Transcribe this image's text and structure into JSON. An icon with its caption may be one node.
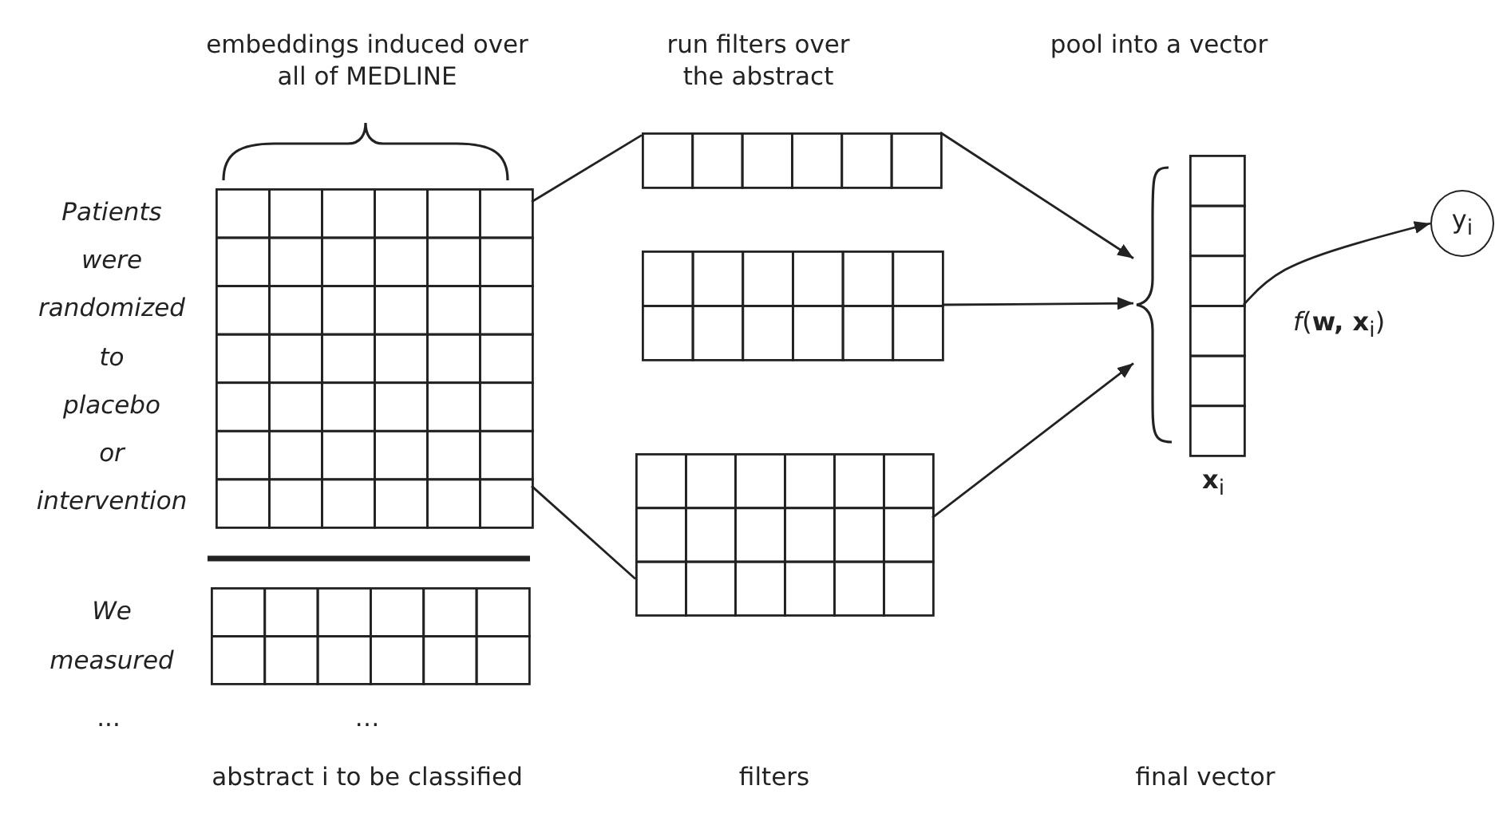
{
  "diagram": {
    "nodes": [
      {
        "text": [],
        "shape": "grid"
      },
      {
        "text": [],
        "shape": "grid"
      },
      {
        "text": [],
        "shape": "grid"
      },
      {
        "text": [],
        "shape": "grid"
      },
      {
        "text": [],
        "shape": "grid"
      },
      {
        "text": [],
        "shape": "grid",
        "beside": [
          "**x**$_{i}$"
        ]
      },
      {
        "text": [
          "y$_{i}$"
        ]
      }
    ],
    "edges": [
      {
        "from": 0,
        "to": 2,
        "arrow": "none"
      },
      {
        "from": 0,
        "to": 4,
        "arrow": "none"
      },
      {
        "from": 2,
        "to": 5,
        "arrow": "to"
      },
      {
        "from": 3,
        "to": 5,
        "arrow": "to"
      },
      {
        "from": 4,
        "to": 5,
        "arrow": "to"
      },
      {
        "from": 5,
        "to": 6,
        "arrow": "to",
        "label": "*f*(**w, x**$_{i}$)"
      }
    ],
    "labels": [
      "embeddings induced over all of MEDLINE",
      "run filters over the abstract",
      "pool into a vector",
      "Patients",
      "were",
      "randomized",
      "to",
      "placebo",
      "or",
      "intervention",
      "We",
      "measured",
      "...",
      "…",
      "abstract i to be classified",
      "filters",
      "final vector"
    ]
  }
}
